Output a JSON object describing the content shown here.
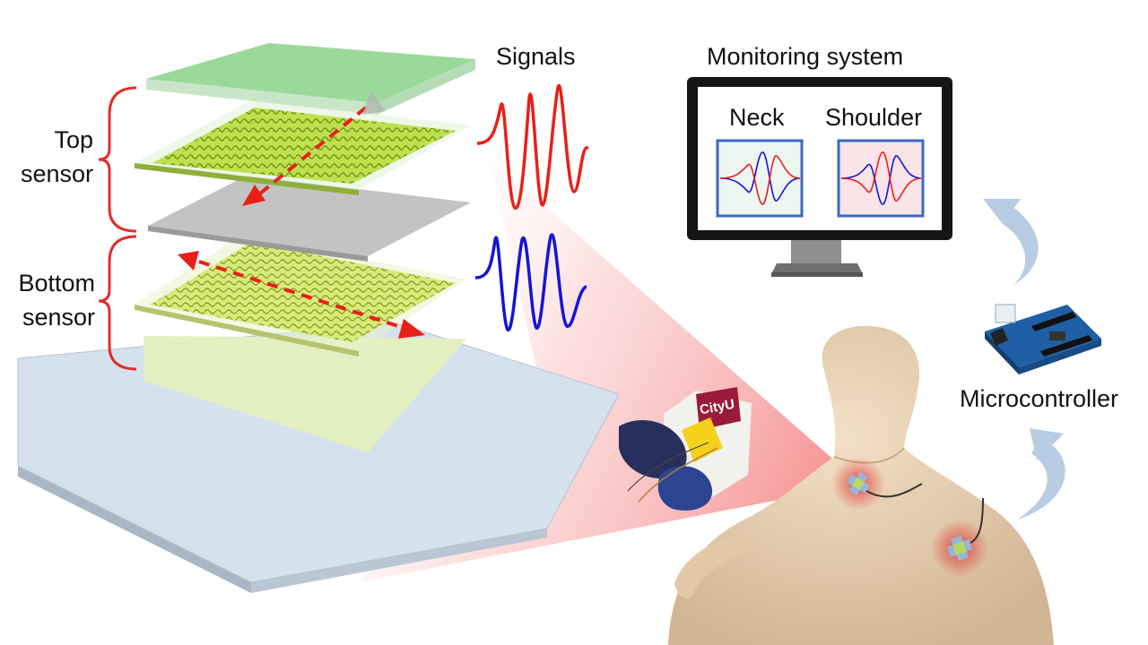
{
  "labels": {
    "top_sensor": [
      "Top",
      "sensor"
    ],
    "bottom_sensor": [
      "Bottom",
      "sensor"
    ],
    "signals": "Signals",
    "monitoring_system": "Monitoring system",
    "neck": "Neck",
    "shoulder": "Shoulder",
    "microcontroller": "Microcontroller",
    "logo_text": "CityU"
  },
  "colors": {
    "top_signal": "#e8201a",
    "bottom_signal": "#1414d8",
    "top_layer": "#8fd88f",
    "electrode": "#c8e060",
    "spacer": "#b8b8b8",
    "substrate": "#d9e4f0",
    "bracket": "#e0302a",
    "monitor_frame": "#1a1a1a",
    "panel_border": "#3a6ac0",
    "flow_arrow": "#b8cce4",
    "skin": "#e9d2b4"
  },
  "icons": {
    "flow_arrows": "curved-arrow-icon",
    "board": "microcontroller-board-icon",
    "sensor_patch": "sensor-patch-icon"
  }
}
